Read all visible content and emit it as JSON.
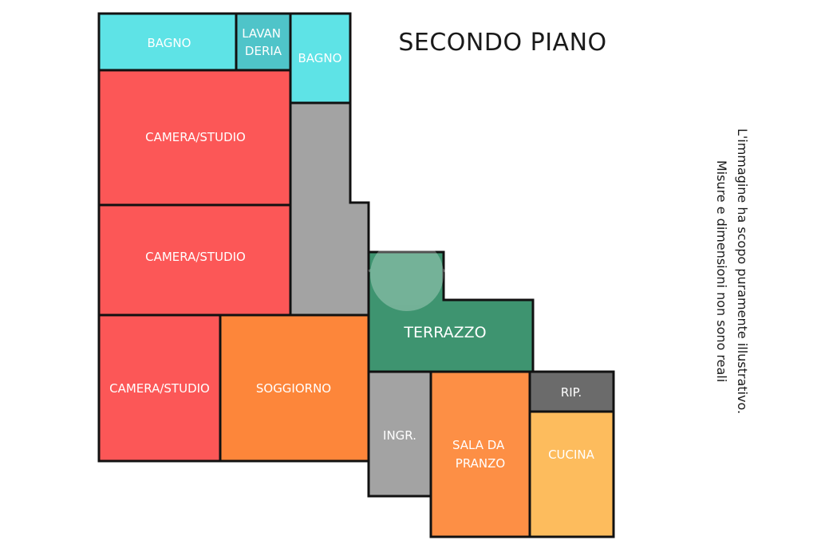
{
  "title": "SECONDO PIANO",
  "disclaimer": {
    "line1": "L'immagine ha scopo puramente illustrativo.",
    "line2": "Misure e dimensioni non sono reali"
  },
  "colors": {
    "bathroom": "#5ee3e6",
    "laundry": "#4fc4c9",
    "bedroom": "#fc5757",
    "living": "#fd863a",
    "dining": "#fd8f45",
    "kitchen": "#fdbc5d",
    "corridor": "#a3a3a3",
    "storage": "#6b6b6b",
    "terrace": "#3e9470",
    "wall": "#111111"
  },
  "rooms": {
    "bagno_1": "BAGNO",
    "lavanderia": [
      "LAVAN",
      "DERIA"
    ],
    "bagno_2": "BAGNO",
    "camera_1": "CAMERA/STUDIO",
    "camera_2": "CAMERA/STUDIO",
    "camera_3": "CAMERA/STUDIO",
    "soggiorno": "SOGGIORNO",
    "terrazzo": "TERRAZZO",
    "ingresso": "INGR.",
    "sala_da_pranzo": [
      "SALA DA",
      "PRANZO"
    ],
    "cucina": "CUCINA",
    "ripostiglio": "RIP."
  }
}
